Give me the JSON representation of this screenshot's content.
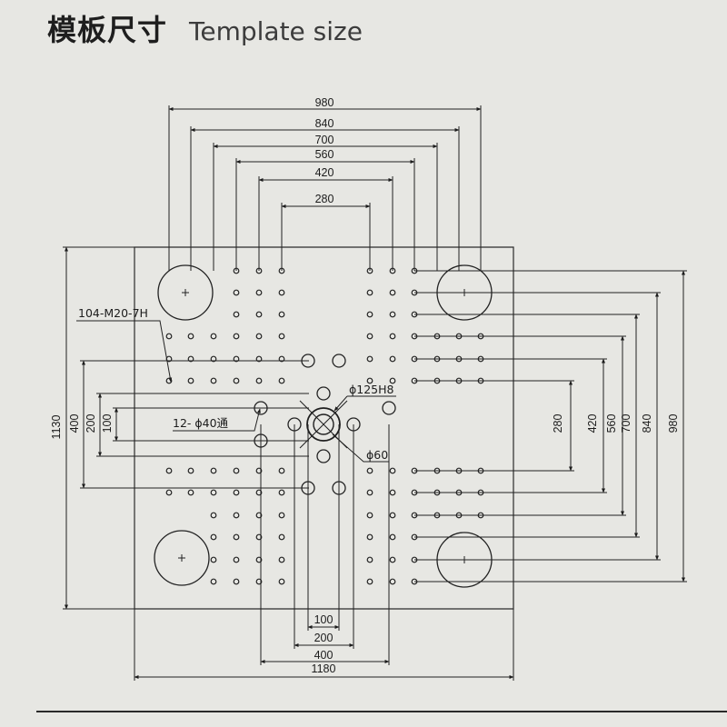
{
  "header": {
    "title_zh": "模板尺寸",
    "title_en": "Template size"
  },
  "drawing": {
    "top_dimensions": [
      "980",
      "840",
      "700",
      "560",
      "420",
      "280"
    ],
    "right_dimensions": [
      "280",
      "420",
      "560",
      "700",
      "840",
      "980"
    ],
    "left_overall": "1130",
    "left_dimensions": [
      "400",
      "200",
      "100"
    ],
    "bottom_dimensions": [
      "100",
      "200",
      "400"
    ],
    "bottom_overall": "1180",
    "callouts": {
      "tapped_holes": "104-M20-7H",
      "through_holes": "12- ϕ40通",
      "center_bore": "ϕ125H8",
      "center_hole": "ϕ60"
    }
  },
  "colors": {
    "background": "#e7e7e3",
    "ink": "#1c1c1c"
  }
}
